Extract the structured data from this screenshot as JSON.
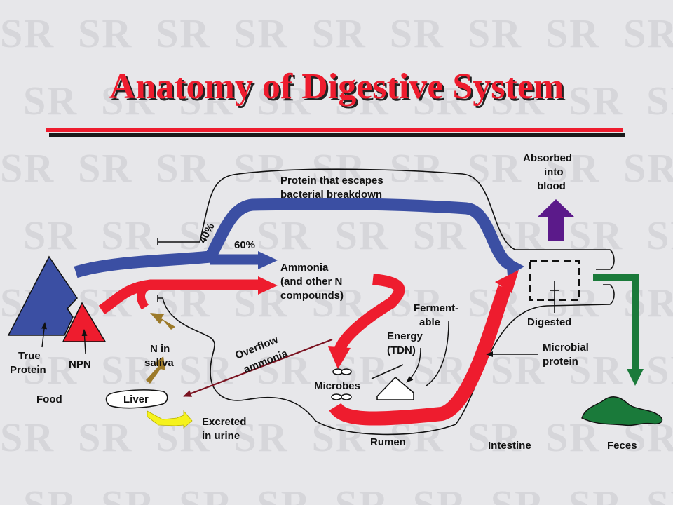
{
  "slide": {
    "title": "Anatomy of Digestive System"
  },
  "watermark": {
    "text": "SR"
  },
  "labels": {
    "protein_escape_1": "Protein that escapes",
    "protein_escape_2": "bacterial breakdown",
    "pct_40": "40%",
    "pct_60": "60%",
    "ammonia_1": "Ammonia",
    "ammonia_2": "(and other N",
    "ammonia_3": "compounds)",
    "true_protein_1": "True",
    "true_protein_2": "Protein",
    "npn": "NPN",
    "food": "Food",
    "n_saliva_1": "N in",
    "n_saliva_2": "saliva",
    "liver": "Liver",
    "excreted_1": "Excreted",
    "excreted_2": "in urine",
    "overflow_1": "Overflow",
    "overflow_2": "ammonia",
    "microbes": "Microbes",
    "fermentable_1": "Ferment-",
    "fermentable_2": "able",
    "energy_1": "Energy",
    "energy_2": "(TDN)",
    "rumen": "Rumen",
    "intestine": "Intestine",
    "digested": "Digested",
    "microbial_protein_1": "Microbial",
    "microbial_protein_2": "protein",
    "absorbed_1": "Absorbed",
    "absorbed_2": "into",
    "absorbed_3": "blood",
    "feces": "Feces"
  },
  "colors": {
    "blue_flow": "#3b4fa3",
    "red_flow": "#ee1c2e",
    "purple_arrow": "#5b1a8a",
    "green_arrow": "#1a7a3a",
    "brown_arrow": "#9c7a2a",
    "yellow_arrow": "#f5f21c",
    "overflow_line": "#7a1220"
  }
}
